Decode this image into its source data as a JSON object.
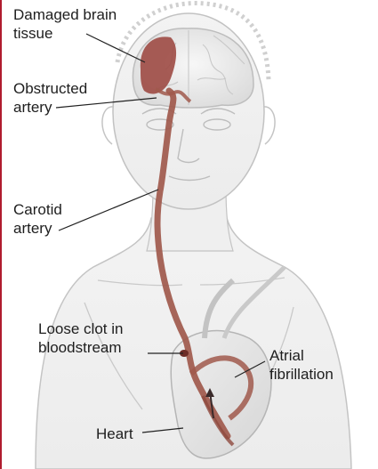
{
  "labels": {
    "damaged_brain_tissue": "Damaged brain\ntissue",
    "obstructed_artery": "Obstructed\nartery",
    "carotid_artery": "Carotid\nartery",
    "loose_clot": "Loose clot in\nbloodstream",
    "atrial_fibrillation": "Atrial\nfibrillation",
    "heart": "Heart"
  },
  "colors": {
    "accent_border": "#b01c2e",
    "artery": "#a0594c",
    "damaged_tissue": "#9d4a44",
    "outline": "#b9b9b9"
  }
}
